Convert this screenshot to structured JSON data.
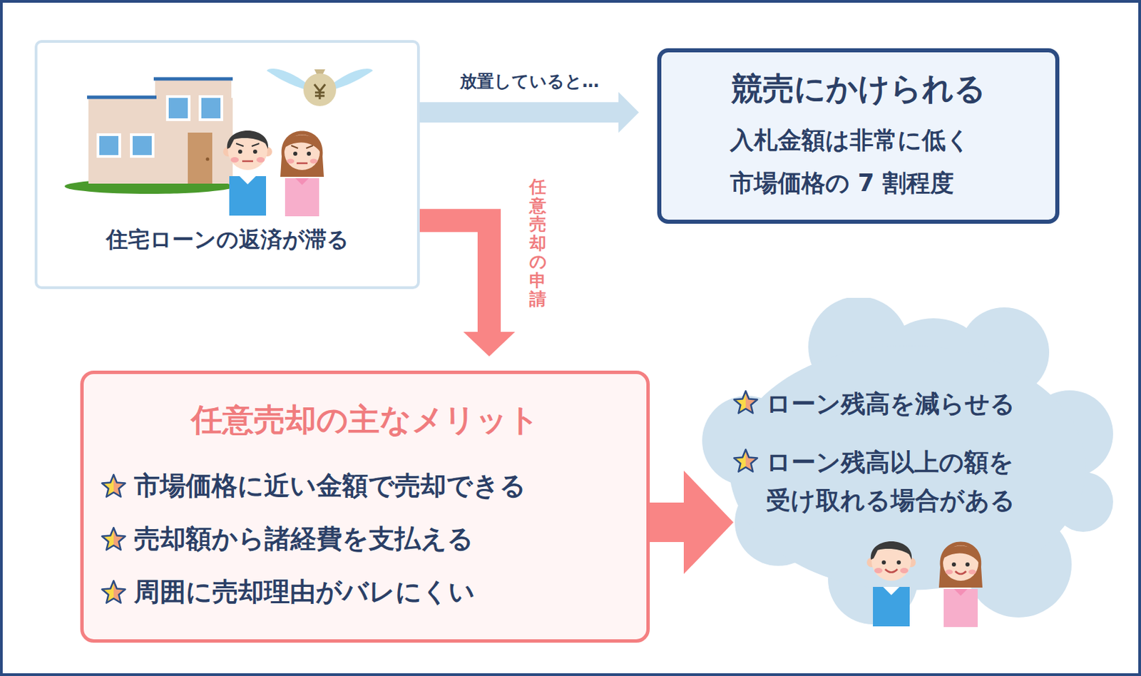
{
  "diagram": {
    "nodes": [
      {
        "text": [
          "住宅ローンの返済が滞る"
        ]
      },
      {
        "text": [
          "競売にかけられる",
          "入札金額は非常に低く 市場価格の 7 割程度"
        ]
      },
      {
        "text": [
          "任意売却の主なメリット",
          "市場価格に近い金額で売却できる",
          "売却額から諸経費を支払える",
          "周囲に売却理由がバレにくい"
        ]
      },
      {
        "text": [
          "ローン残高を減らせる",
          "ローン残高以上の額を 受け取れる場合がある"
        ]
      }
    ],
    "edges": [
      {
        "from": 0,
        "to": 1,
        "arrow": "to",
        "label": "放置していると…"
      },
      {
        "from": 0,
        "to": 2,
        "arrow": "to",
        "label": "任意売却の申請"
      },
      {
        "from": 2,
        "to": 3,
        "arrow": "to"
      }
    ]
  }
}
